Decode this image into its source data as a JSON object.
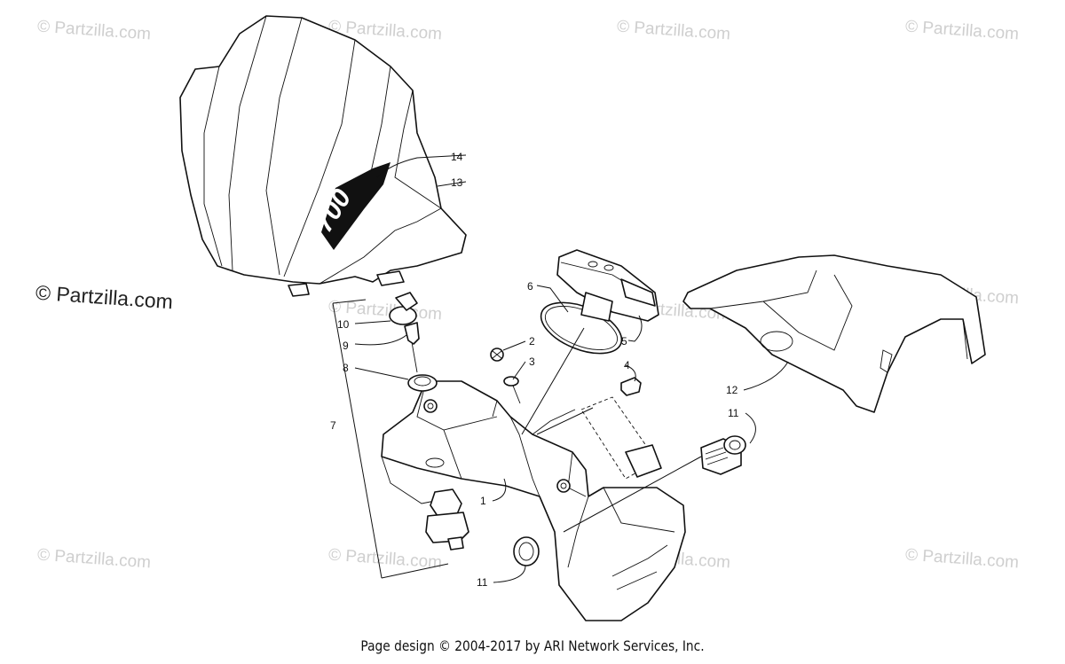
{
  "watermarks": [
    "© Partzilla.com",
    "© Partzilla.com",
    "© Partzilla.com",
    "© Partzilla.com",
    "© Partzilla.com",
    "© Partzilla.com",
    "© Partzilla.com",
    "© Partzilla.com",
    "© Partzilla.com",
    "© Partzilla.com",
    "© Partzilla.com",
    "© Partzilla.com"
  ],
  "main_watermark": "© Partzilla.com",
  "callouts": [
    "14",
    "13",
    "6",
    "10",
    "2",
    "9",
    "3",
    "8",
    "5",
    "4",
    "12",
    "11",
    "7",
    "1",
    "11"
  ],
  "decal_text": "700",
  "footer": "Page design © 2004-2017 by ARI Network Services, Inc."
}
